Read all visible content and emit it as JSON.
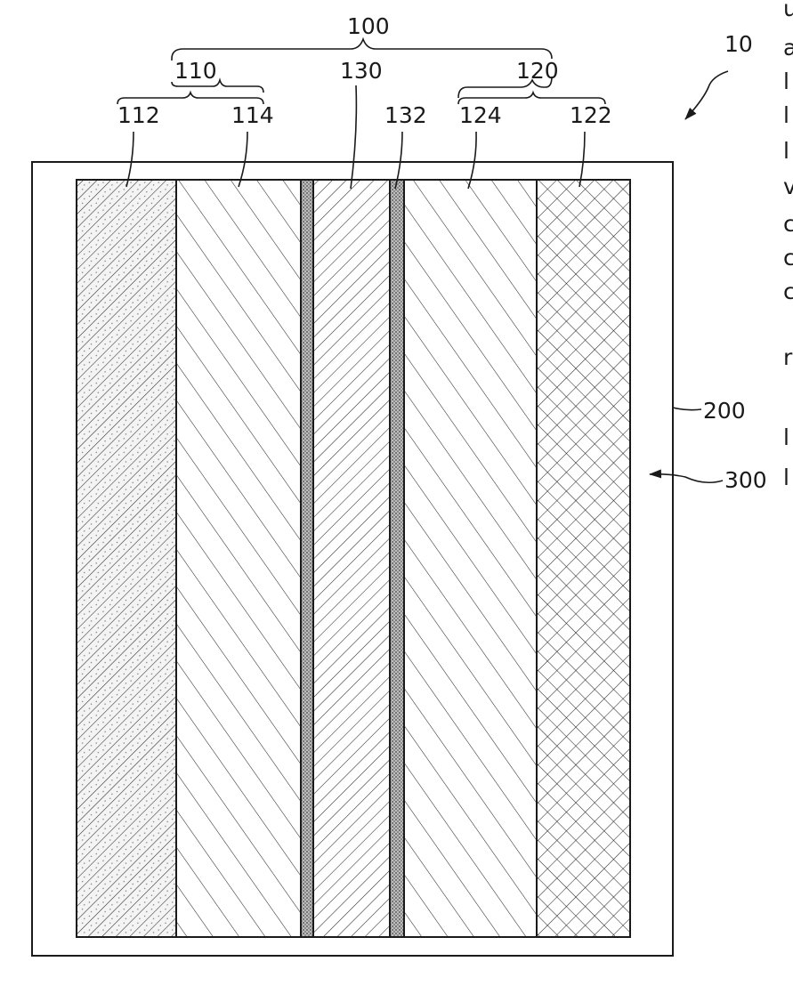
{
  "figure": {
    "device_ref": "10",
    "stack_ref": "100",
    "electrode_1_ref": "110",
    "electrode_2_ref": "120",
    "housing_ref": "200",
    "opening_ref": "300",
    "layers": [
      {
        "ref": "112",
        "pattern": "fine-diagonal-dotted"
      },
      {
        "ref": "114",
        "pattern": "wide-diagonal"
      },
      {
        "ref": "",
        "pattern": "dense-dotted"
      },
      {
        "ref": "130",
        "pattern": "fine-diagonal"
      },
      {
        "ref": "132",
        "pattern": "dense-dotted"
      },
      {
        "ref": "124",
        "pattern": "wide-diagonal"
      },
      {
        "ref": "122",
        "pattern": "crosshatch"
      }
    ],
    "edge_fragments": [
      "u",
      "a",
      "l",
      "l",
      "l",
      "v",
      "c",
      "c",
      "c",
      "r",
      "l",
      "l"
    ]
  }
}
